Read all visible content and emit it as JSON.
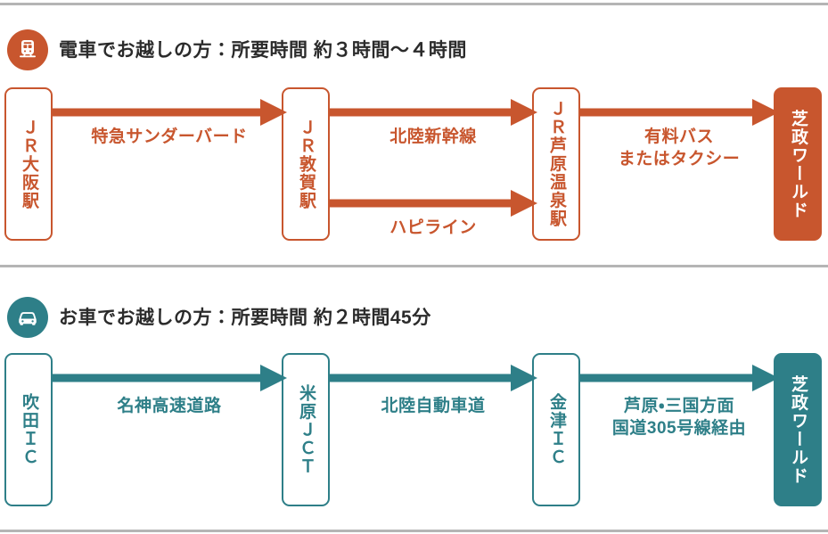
{
  "colors": {
    "train_accent": "#c8562e",
    "car_accent": "#2e7f88",
    "divider": "#b5b5b5",
    "heading_text": "#2b2b2b",
    "page_background": "#ffffff"
  },
  "sections": [
    {
      "id": "train",
      "icon_name": "train-icon",
      "title": "電車でお越しの方：所要時間 約３時間～４時間",
      "accent": "#c8562e",
      "nodes": [
        {
          "id": "jr-osaka",
          "label": "ＪＲ大阪駅",
          "style": "outlined"
        },
        {
          "id": "jr-tsuruga",
          "label": "ＪＲ敦賀駅",
          "style": "outlined"
        },
        {
          "id": "jr-awara-onsen",
          "label": "ＪＲ芦原温泉駅",
          "style": "outlined"
        },
        {
          "id": "shibamasa",
          "label": "芝政ワールド",
          "style": "filled"
        }
      ],
      "edges": [
        {
          "id": "osaka-to-tsuruga",
          "label": "特急サンダーバード"
        },
        {
          "id": "tsuruga-to-awara-upper",
          "label": "北陸新幹線"
        },
        {
          "id": "tsuruga-to-awara-lower",
          "label": "ハピライン"
        },
        {
          "id": "awara-to-shibamasa",
          "label": "有料バス\nまたはタクシー"
        }
      ]
    },
    {
      "id": "car",
      "icon_name": "car-icon",
      "title": "お車でお越しの方：所要時間 約２時間45分",
      "accent": "#2e7f88",
      "nodes": [
        {
          "id": "suita-ic",
          "label": "吹田ＩＣ",
          "style": "outlined"
        },
        {
          "id": "maibara-jct",
          "label": "米原ＪＣＴ",
          "style": "outlined"
        },
        {
          "id": "kanazu-ic",
          "label": "金津ＩＣ",
          "style": "outlined"
        },
        {
          "id": "shibamasa",
          "label": "芝政ワールド",
          "style": "filled"
        }
      ],
      "edges": [
        {
          "id": "suita-to-maibara",
          "label": "名神高速道路"
        },
        {
          "id": "maibara-to-kanazu",
          "label": "北陸自動車道"
        },
        {
          "id": "kanazu-to-shibamasa",
          "label": "芦原・三国方面\n国道305号線経由"
        }
      ]
    }
  ]
}
